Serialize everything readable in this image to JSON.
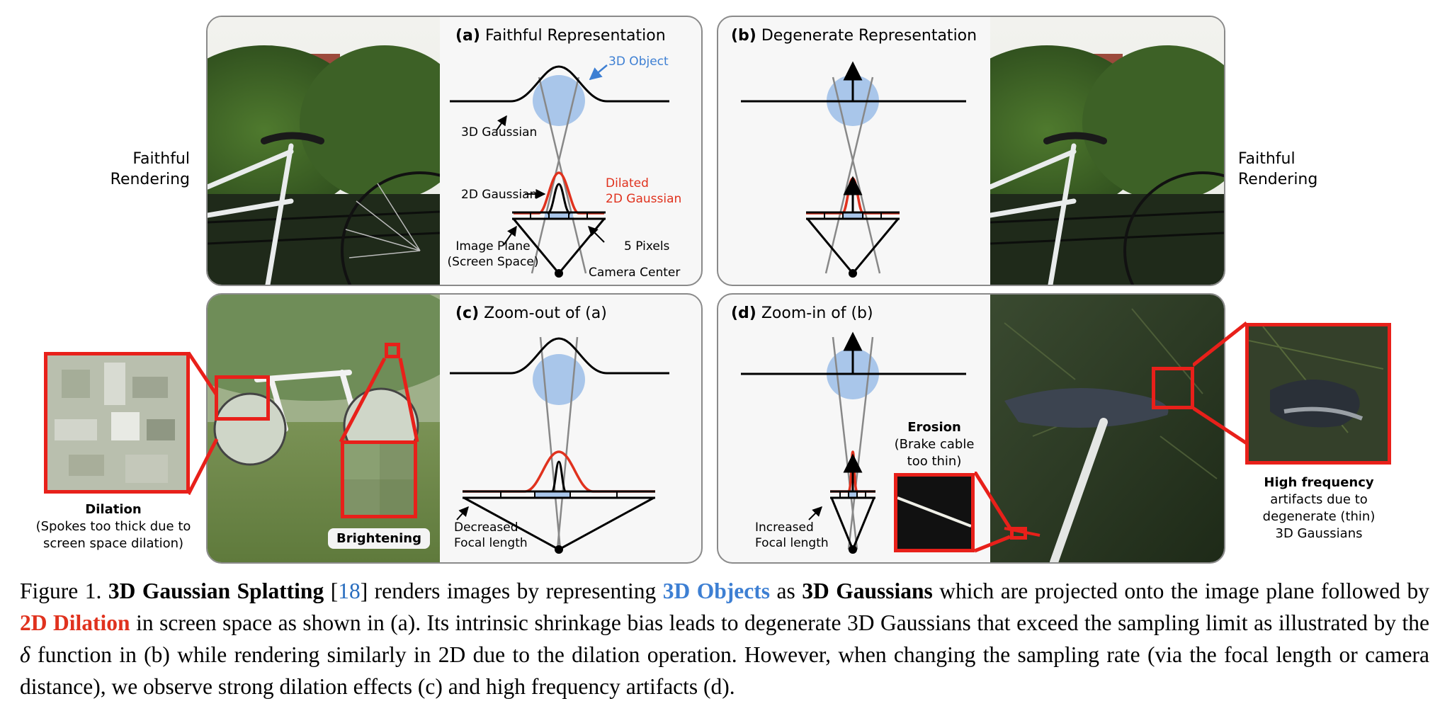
{
  "panels": {
    "a": {
      "letter": "(a)",
      "title": "Faithful Representation"
    },
    "b": {
      "letter": "(b)",
      "title": "Degenerate Representation"
    },
    "c": {
      "letter": "(c)",
      "title": "Zoom-out of (a)"
    },
    "d": {
      "letter": "(d)",
      "title": "Zoom-in of (b)"
    }
  },
  "labels": {
    "object_3d": "3D Object",
    "gaussian_3d": "3D Gaussian",
    "gaussian_2d": "2D Gaussian",
    "dilated_1": "Dilated",
    "dilated_2": "2D Gaussian",
    "image_plane_1": "Image Plane",
    "image_plane_2": "(Screen Space)",
    "five_pixels": "5 Pixels",
    "camera_center": "Camera Center",
    "decreased_1": "Decreased",
    "decreased_2": "Focal length",
    "increased_1": "Increased",
    "increased_2": "Focal length"
  },
  "side": {
    "left_1": "Faithful",
    "left_2": "Rendering",
    "right_1": "Faithful",
    "right_2": "Rendering",
    "dilation_title": "Dilation",
    "dilation_1": "(Spokes too thick due to",
    "dilation_2": "screen space dilation)",
    "brightening": "Brightening",
    "erosion_title": "Erosion",
    "erosion_1": "(Brake cable",
    "erosion_2": "too thin)",
    "hf_title": "High frequency",
    "hf_1": "artifacts due to",
    "hf_2": "degenerate (thin)",
    "hf_3": "3D Gaussians"
  },
  "caption": {
    "p1": "Figure 1. ",
    "b1": "3D Gaussian Splatting",
    "cite_open": " [",
    "cite": "18",
    "cite_close": "] renders images by representing ",
    "obj": "3D Objects",
    "p2": " as ",
    "b2": "3D Gaussians",
    "p3": " which are projected onto the image plane followed by ",
    "dil": "2D Dilation",
    "p4": " in screen space as shown in (a). Its intrinsic shrinkage bias leads to degenerate 3D Gaussians that exceed the sampling limit as illustrated by the ",
    "delta": "δ",
    "p5": " function in (b) while rendering similarly in 2D due to the dilation operation. However, when changing the sampling rate (via the focal length or camera distance), we observe strong dilation effects (c) and high frequency artifacts (d)."
  },
  "colors": {
    "red": "#e0321e",
    "blue": "#3d7fd3",
    "blob": "#a9c6ea",
    "frame": "#e8201a"
  }
}
